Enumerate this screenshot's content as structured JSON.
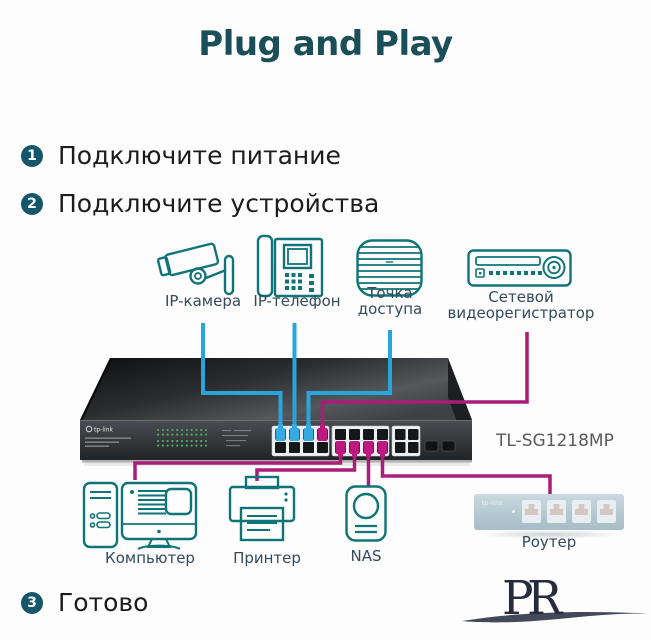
{
  "title": "Plug and Play",
  "steps": [
    {
      "num": "1",
      "label": "Подключите питание"
    },
    {
      "num": "2",
      "label": "Подключите устройства"
    },
    {
      "num": "3",
      "label": "Готово"
    }
  ],
  "devices": {
    "top": [
      {
        "id": "ip-camera",
        "label": "IP-камера"
      },
      {
        "id": "ip-phone",
        "label": "IP-телефон"
      },
      {
        "id": "access-point",
        "label": "Точка доступа"
      },
      {
        "id": "nvr",
        "label": "Сетевой видеорегистратор"
      }
    ],
    "bottom": [
      {
        "id": "computer",
        "label": "Компьютер"
      },
      {
        "id": "printer",
        "label": "Принтер"
      },
      {
        "id": "nas",
        "label": "NAS"
      },
      {
        "id": "router",
        "label": "Роутер"
      }
    ]
  },
  "switch": {
    "brand": "tp-link",
    "model_label": "TL-SG1218MP"
  },
  "watermark": {
    "letters": "PR"
  },
  "colors": {
    "title": "#1a4e58",
    "step_badge": "#14576b",
    "step_text": "#1c1c1c",
    "icon_stroke": "#0e7478",
    "device_label": "#33495c",
    "uplink_cable": "#29a4dc",
    "poe_cable": "#a81e78",
    "model_text": "#58595b"
  }
}
